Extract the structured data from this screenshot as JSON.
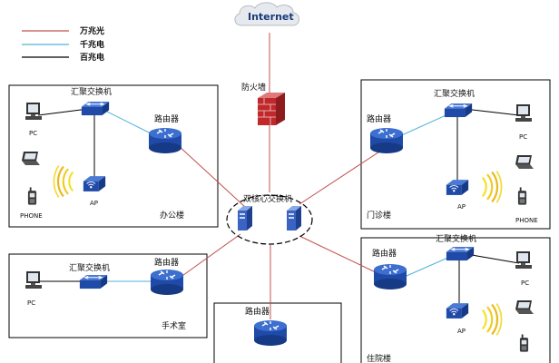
{
  "legend": {
    "fiber_10g": "万兆光",
    "gigabit": "千兆电",
    "fast_100m": "百兆电",
    "colors": {
      "fiber_10g": "#c0504d",
      "gigabit": "#4fb3d9",
      "fast_100m": "#000000"
    }
  },
  "internet": "Internet",
  "firewall": "防火墙",
  "core": "双核心交换机",
  "labels": {
    "agg_switch": "汇聚交换机",
    "router": "路由器",
    "ap": "AP",
    "pc": "PC",
    "phone": "PHONE"
  },
  "buildings": {
    "office": "办公楼",
    "clinic": "门诊楼",
    "surgery": "手术室",
    "inpatient": "住院楼"
  }
}
